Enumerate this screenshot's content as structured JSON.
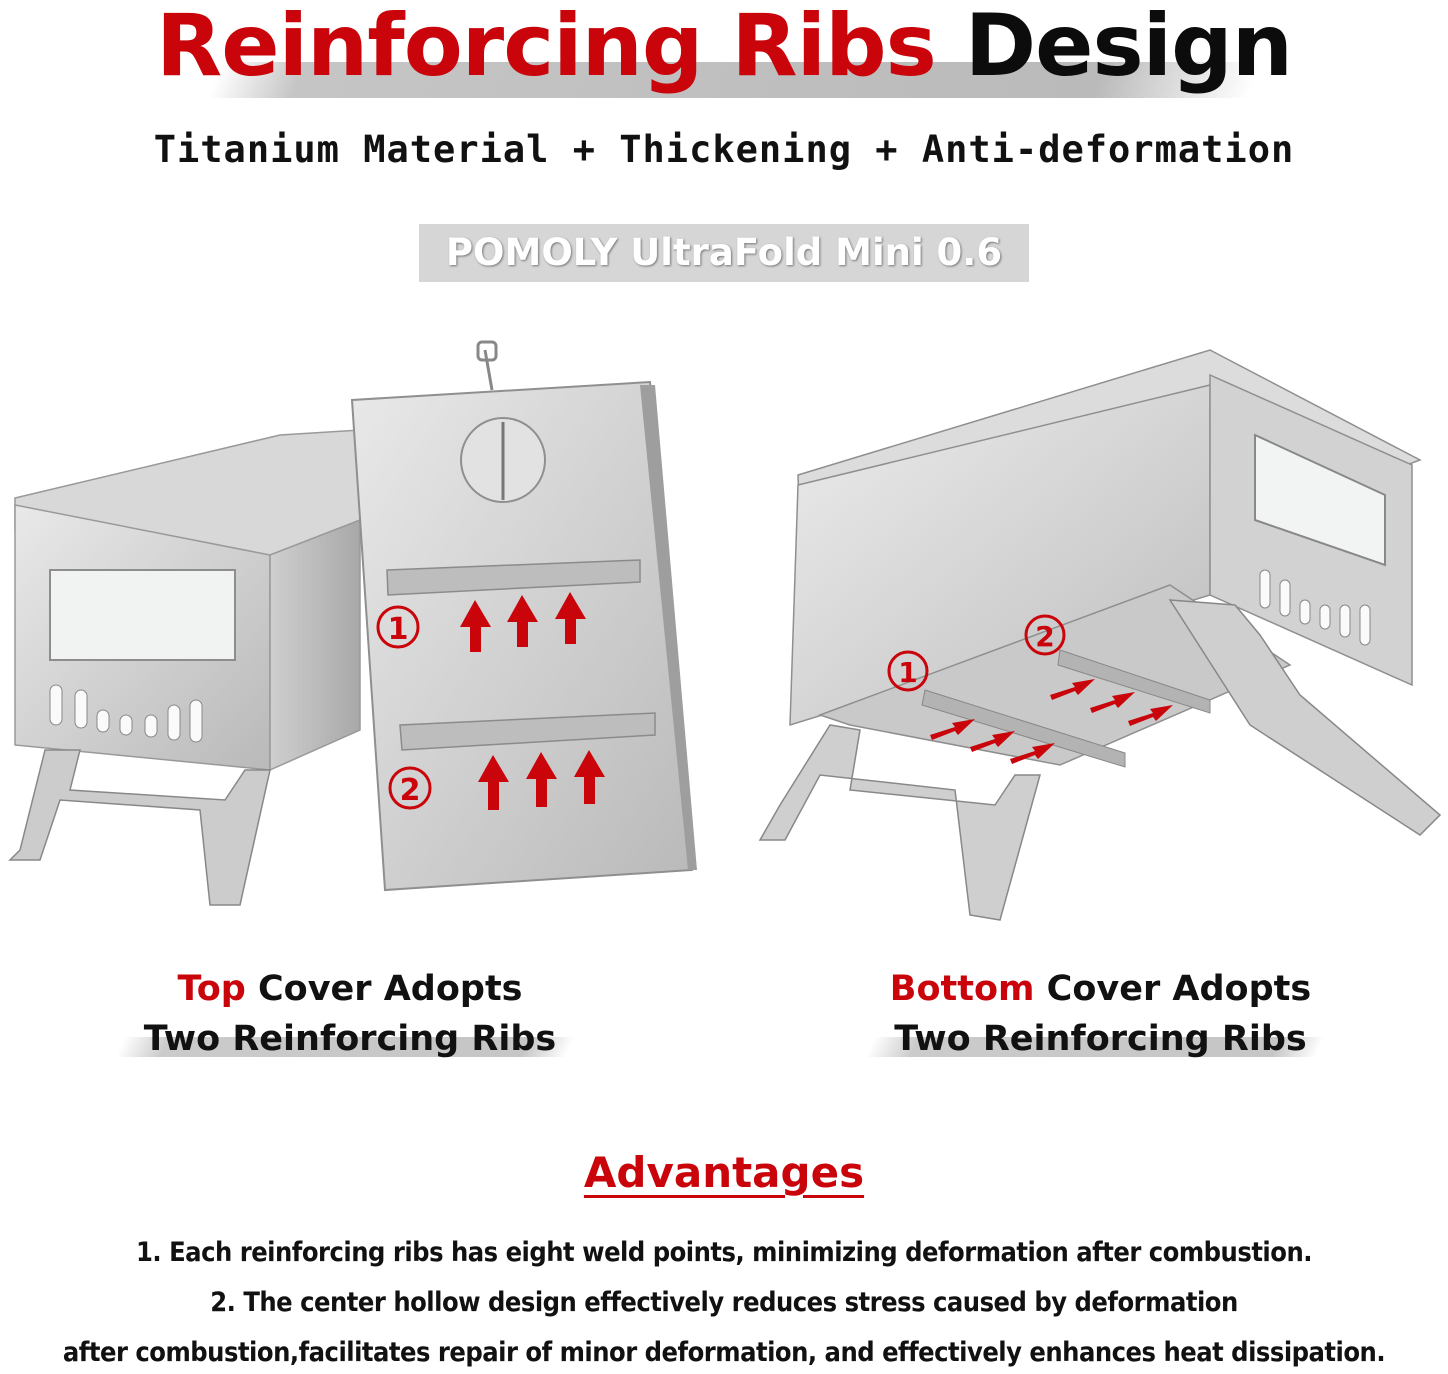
{
  "header": {
    "title_red": "Reinforcing Ribs",
    "title_black": "Design",
    "subtitle": "Titanium Material + Thickening + Anti-deformation",
    "model": "POMOLY UltraFold Mini 0.6"
  },
  "left_panel": {
    "caption_highlight": "Top",
    "caption_rest": "Cover Adopts",
    "caption_line2": "Two Reinforcing Ribs",
    "rib_markers": [
      "①",
      "②"
    ]
  },
  "right_panel": {
    "caption_highlight": "Bottom",
    "caption_rest": "Cover Adopts",
    "caption_line2": "Two Reinforcing Ribs",
    "rib_markers": [
      "①",
      "②"
    ]
  },
  "advantages": {
    "title": "Advantages",
    "line1": "1. Each reinforcing ribs has eight weld points, minimizing deformation after combustion.",
    "line2": "2. The center hollow design effectively reduces stress caused by deformation",
    "line3": "after combustion,facilitates repair of minor deformation, and effectively enhances heat dissipation."
  },
  "colors": {
    "accent_red": "#c9040a",
    "steel": "#c8c8c8"
  }
}
